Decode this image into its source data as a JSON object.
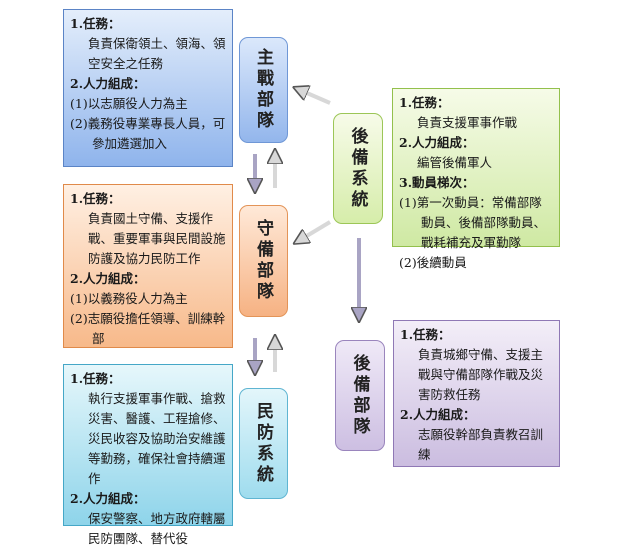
{
  "nodes": {
    "main_force": "主戰部隊",
    "defense_force": "守備部隊",
    "civil_defense": "民防系統",
    "reserve_system": "後備系統",
    "reserve_force": "後備部隊"
  },
  "main_force_box": {
    "mission_title": "1.任務：",
    "mission_text": "負責保衛領土、領海、領空安全之任務",
    "staffing_title": "2.人力組成：",
    "staffing_1": "(1)以志願役人力為主",
    "staffing_2": "(2)義務役專業專長人員，可參加遴選加入"
  },
  "defense_force_box": {
    "mission_title": "1.任務：",
    "mission_text": "負責國土守備、支援作戰、重要軍事與民間設施防護及協力民防工作",
    "staffing_title": "2.人力組成：",
    "staffing_1": "(1)以義務役人力為主",
    "staffing_2": "(2)志願役擔任領導、訓練幹部"
  },
  "civil_defense_box": {
    "mission_title": "1.任務：",
    "mission_text": "執行支援軍事作戰、搶救災害、醫護、工程搶修、災民收容及協助治安維護等勤務，確保社會持續運作",
    "staffing_title": "2.人力組成：",
    "staffing_text": "保安警察、地方政府轄屬民防團隊、替代役"
  },
  "reserve_system_box": {
    "mission_title": "1.任務：",
    "mission_text": "負責支援軍事作戰",
    "staffing_title": "2.人力組成：",
    "staffing_text": "編管後備軍人",
    "mobilization_title": "3.動員梯次：",
    "mobilization_1": "(1)第一次動員：常備部隊動員、後備部隊動員、戰耗補充及軍勤隊",
    "mobilization_2": "(2)後續動員"
  },
  "reserve_force_box": {
    "mission_title": "1.任務：",
    "mission_text": "負責城鄉守備、支援主戰與守備部隊作戰及災害防救任務",
    "staffing_title": "2.人力組成：",
    "staffing_text": "志願役幹部負責教召訓練"
  }
}
